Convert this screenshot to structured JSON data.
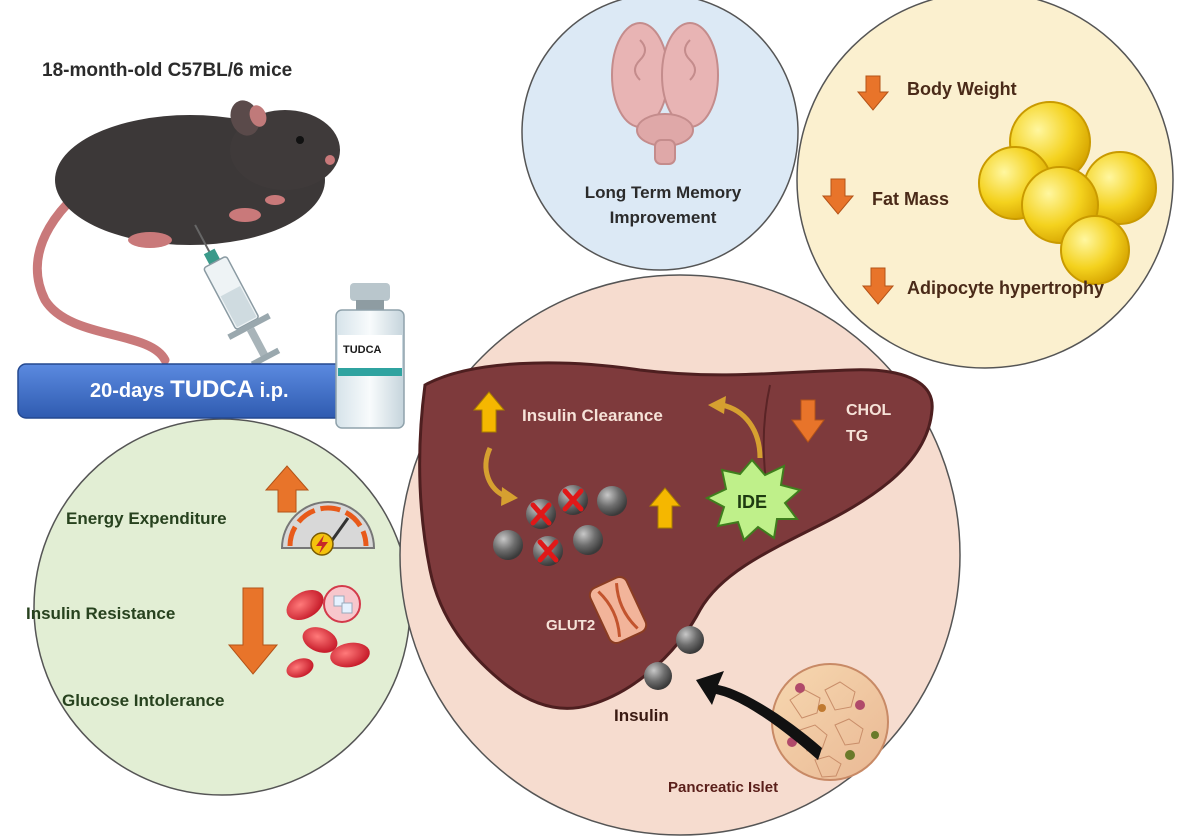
{
  "title": "18-month-old C57BL/6 mice",
  "treatment": {
    "prefix": "20-days",
    "drug": "TUDCA",
    "suffix": "i.p.",
    "vial_label": "TUDCA"
  },
  "brain": {
    "line1": "Long Term Memory",
    "line2": "Improvement"
  },
  "adipose": {
    "body_weight": "Body Weight",
    "fat_mass": "Fat Mass",
    "hypertrophy": "Adipocyte hypertrophy"
  },
  "metabolic": {
    "energy": "Energy Expenditure",
    "insulin_resistance": "Insulin Resistance",
    "glucose": "Glucose Intolerance"
  },
  "liver": {
    "clearance": "Insulin Clearance",
    "chol": "CHOL",
    "tg": "TG",
    "ide": "IDE",
    "glut2": "GLUT2",
    "insulin": "Insulin",
    "islet": "Pancreatic Islet"
  },
  "colors": {
    "arrow_up": "#f5b700",
    "arrow_down": "#e8742a",
    "liver": "#7e3a3c",
    "brain_bg": "#dce9f5",
    "adipose_bg": "#fbf0cf",
    "metabolic_bg": "#e2eed4",
    "liver_bg": "#f6dccf",
    "banner": "#3f6fc9"
  }
}
